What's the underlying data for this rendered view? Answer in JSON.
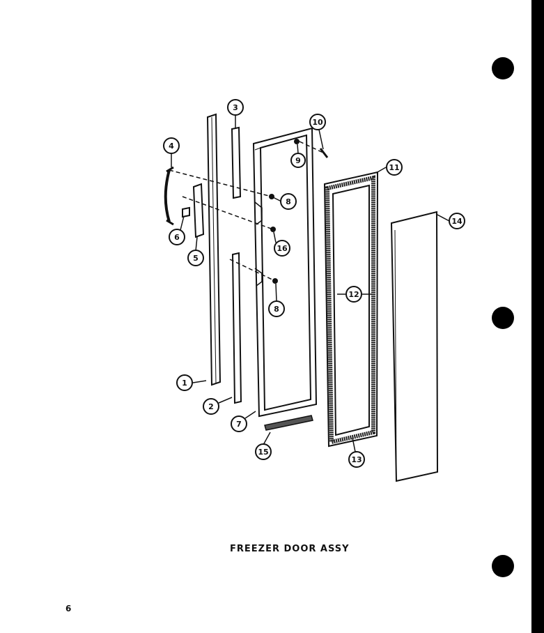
{
  "caption": "FREEZER DOOR ASSY",
  "page_number": "6",
  "callouts": {
    "c1": "1",
    "c2": "2",
    "c3": "3",
    "c4": "4",
    "c5": "5",
    "c6": "6",
    "c7": "7",
    "c8a": "8",
    "c8b": "8",
    "c9": "9",
    "c10": "10",
    "c11": "11",
    "c12": "12",
    "c13": "13",
    "c14": "14",
    "c15": "15",
    "c16": "16"
  }
}
